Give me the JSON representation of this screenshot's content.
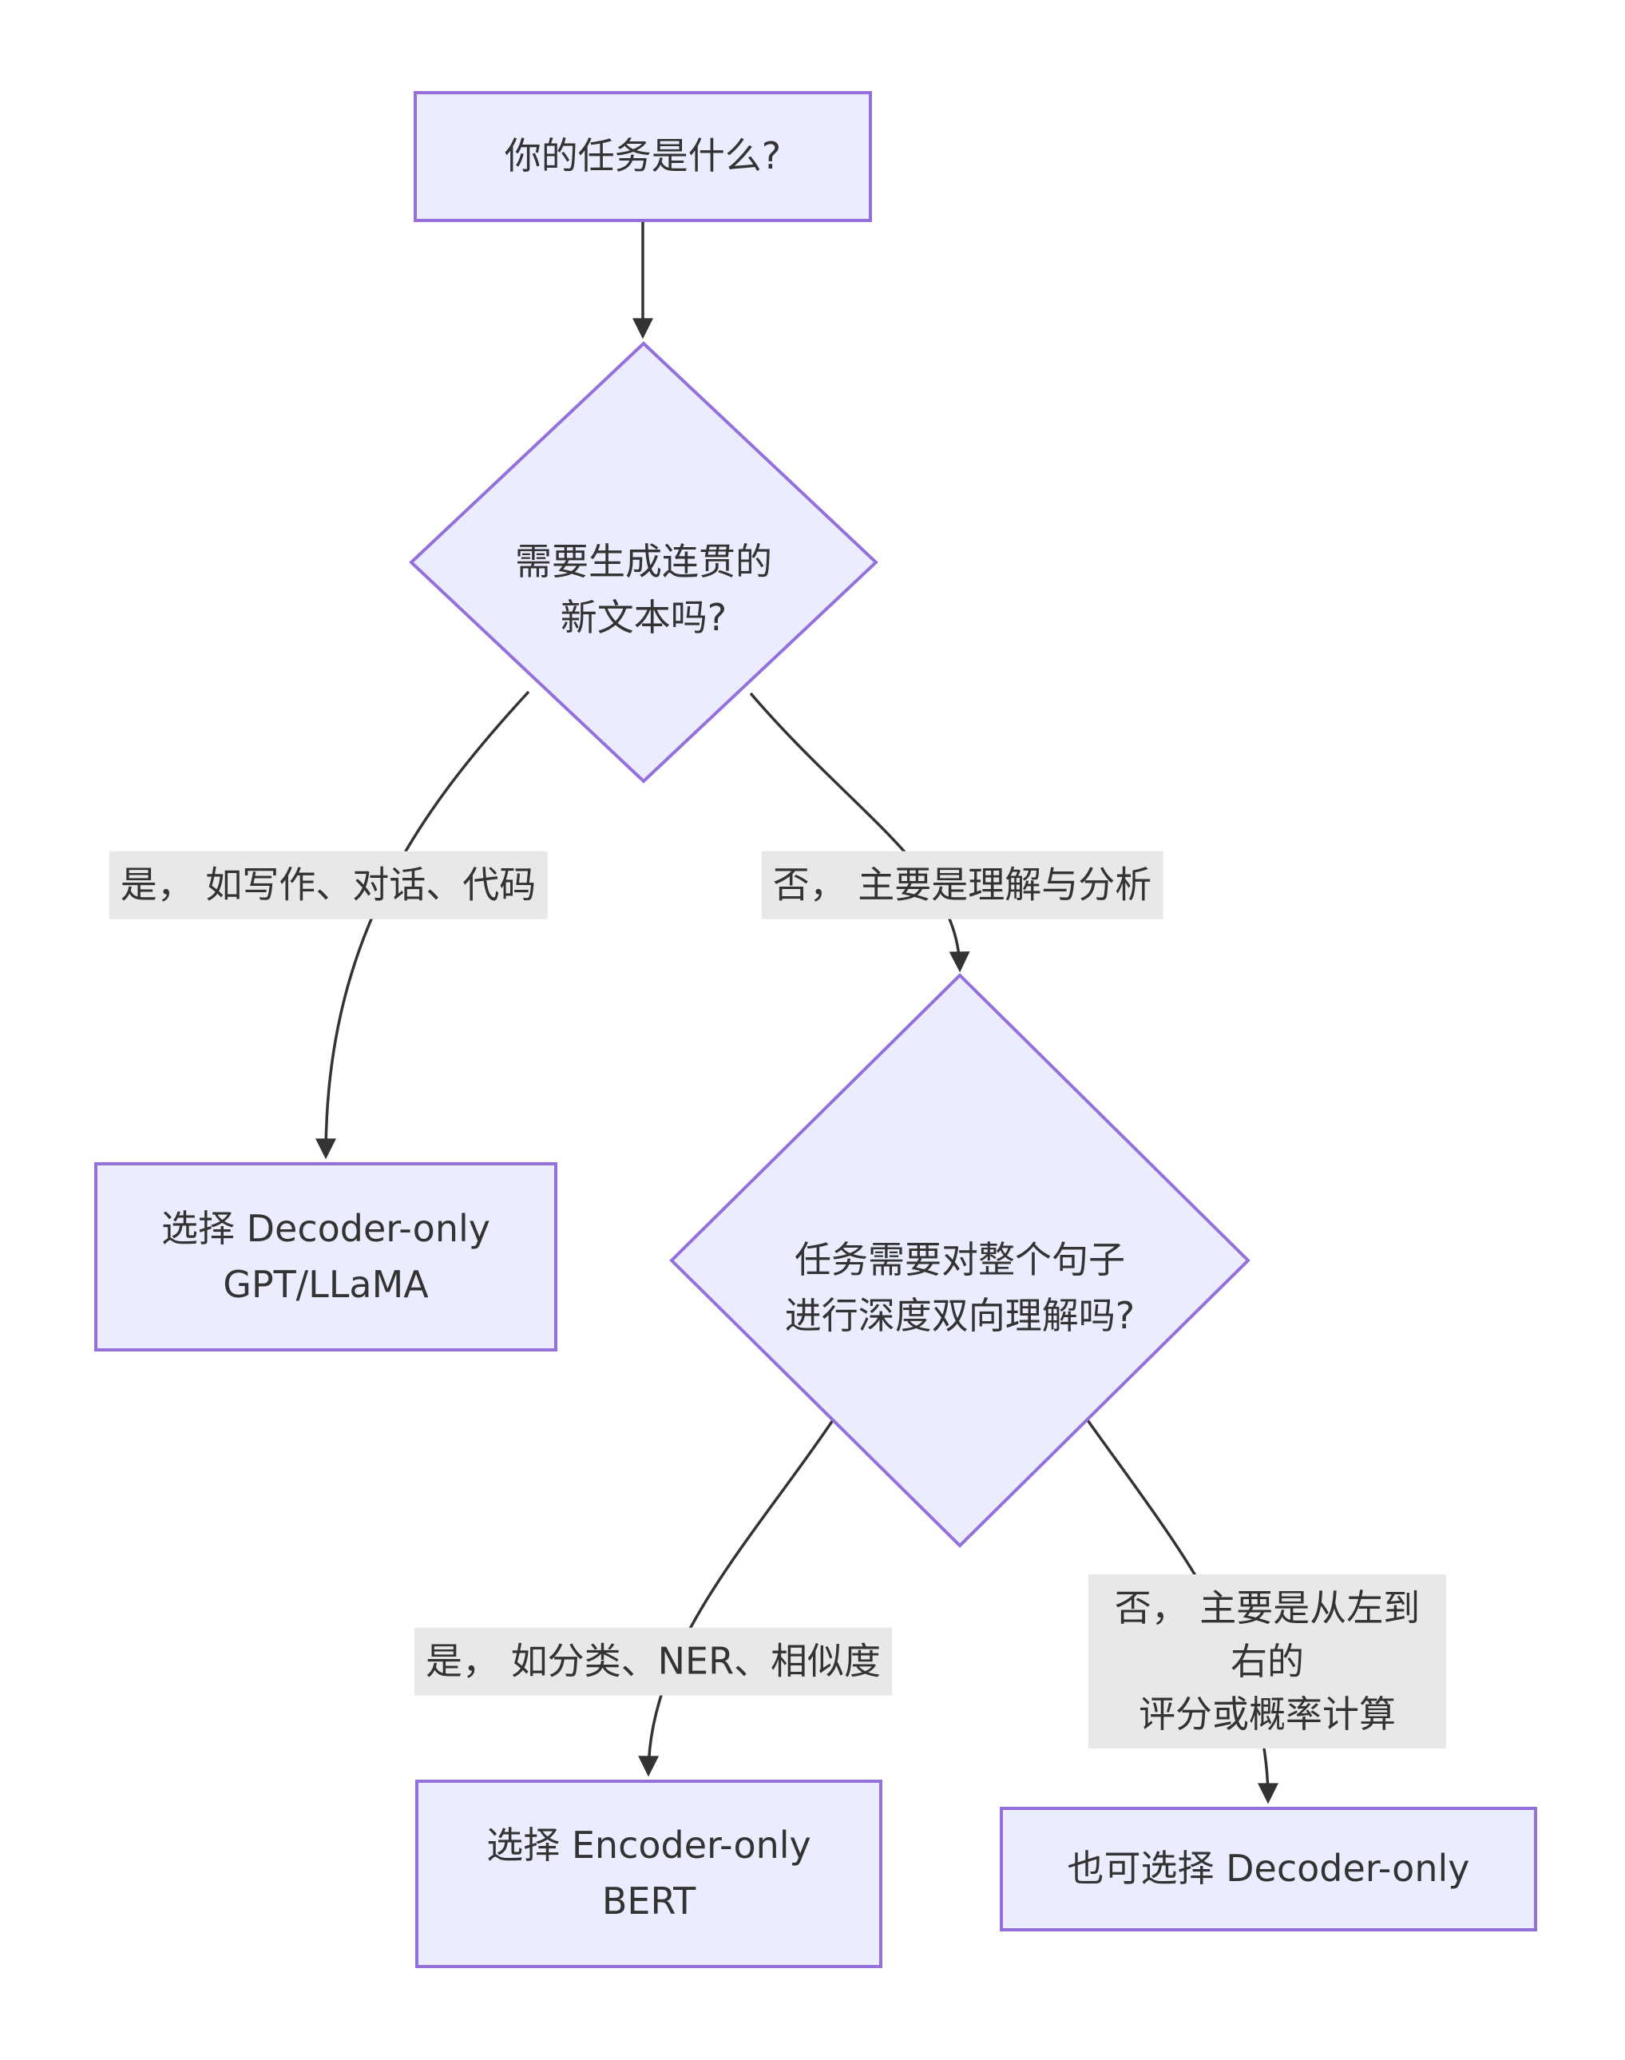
{
  "colors": {
    "node_fill": "#ECECFF",
    "node_border": "#9370DB",
    "edge": "#333333",
    "edge_label_bg": "#e8e8e8",
    "text": "#333333",
    "background": "#ffffff"
  },
  "nodes": {
    "task": {
      "label": "你的任务是什么?"
    },
    "decision_generate": {
      "label": "需要生成连贯的\n新文本吗?"
    },
    "gpt": {
      "label": "选择 Decoder-only\nGPT/LLaMA"
    },
    "decision_bidirectional": {
      "label": "任务需要对整个句子\n进行深度双向理解吗?"
    },
    "bert": {
      "label": "选择 Encoder-only\nBERT"
    },
    "decoder_alt": {
      "label": "也可选择 Decoder-only"
    }
  },
  "edge_labels": {
    "yes_generation": "是， 如写作、对话、代码",
    "no_understanding": "否， 主要是理解与分析",
    "yes_bidirectional": "是， 如分类、NER、相似度",
    "no_left_to_right": "否， 主要是从左到右的\n评分或概率计算"
  }
}
